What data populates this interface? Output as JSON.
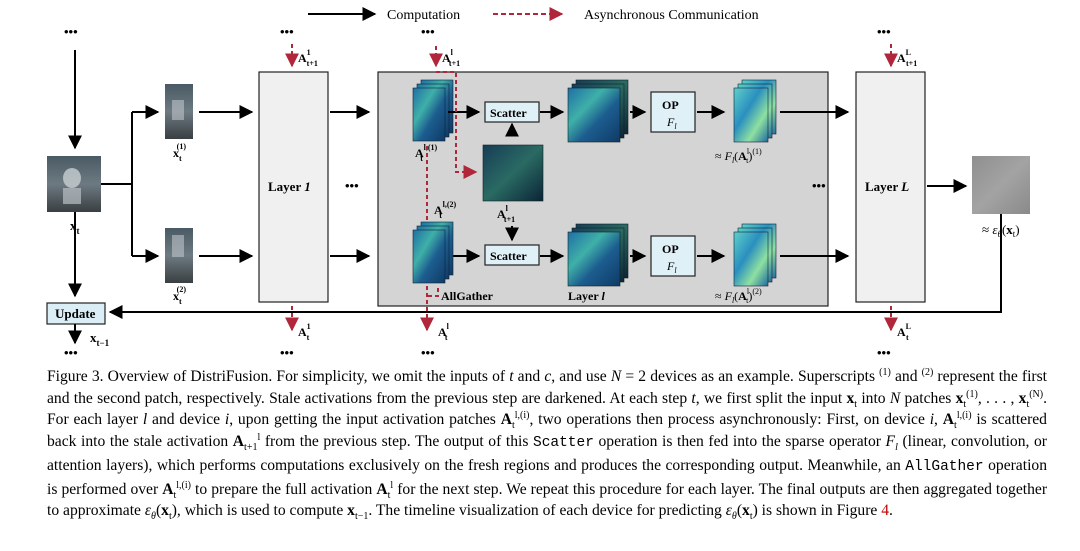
{
  "legend": {
    "computation": "Computation",
    "async": "Asynchronous Communication"
  },
  "colors": {
    "async_arrow": "#b0263a",
    "panel_bg": "#d4d4d4",
    "layer_bg": "#f0f0f0",
    "scatter_fill": "#dff0f7",
    "update_fill": "#dbeef6"
  },
  "diagram": {
    "ellipsis": "•••",
    "mid_ellipsis": "•••",
    "input": {
      "var": "x",
      "sub": "t"
    },
    "patch1": {
      "var": "x",
      "sub": "t",
      "sup": "(1)"
    },
    "patch2": {
      "var": "x",
      "sub": "t",
      "sup": "(2)"
    },
    "layer1": "Layer 1",
    "layerL": "Layer L",
    "layer_l_caption": "Layer l",
    "scatter": "Scatter",
    "op": "OP",
    "op_sub": "F",
    "op_sub_idx": "l",
    "allgather": "AllGather",
    "update": "Update",
    "x_prev": {
      "var": "x",
      "sub": "t−1"
    },
    "output": "≈ εθ(xt)",
    "approx1": "≈ Fl(Atl)(1)",
    "approx2": "≈ Fl(Atl)(2)",
    "A_l1_label": "At l,(1)",
    "A_l2_label": "At l,(2)",
    "A_stale_label": "At+1 l",
    "top_A1": "A1 t+1",
    "top_Al": "Al t+1",
    "top_AL": "AL t+1",
    "bot_A1": "A1 t",
    "bot_Al": "Al t",
    "bot_AL": "AL t"
  },
  "caption": {
    "p1": "Figure 3. Overview of DistriFusion. For simplicity, we omit the inputs of t and c, and use N = 2 devices as an example. Superscripts (1) and (2) represent the first and the second patch, respectively. Stale activations from the previous step are darkened. At each step t, we first split the input xt into N patches xt(1), . . . , xt(N). For each layer l and device i, upon getting the input activation patches Atl,(i), two operations then process asynchronously: First, on device i, Atl,(i) is scattered back into the stale activation At+1l from the previous step. The output of this Scatter operation is then fed into the sparse operator Fl (linear, convolution, or attention layers), which performs computations exclusively on the fresh regions and produces the corresponding output. Meanwhile, an AllGather operation is performed over Atl,(i) to prepare the full activation Atl for the next step. We repeat this procedure for each layer. The final outputs are then aggregated together to approximate εθ(xt), which is used to compute xt−1. The timeline visualization of each device for predicting εθ(xt) is shown in Figure 4.",
    "figure_ref": "4"
  }
}
